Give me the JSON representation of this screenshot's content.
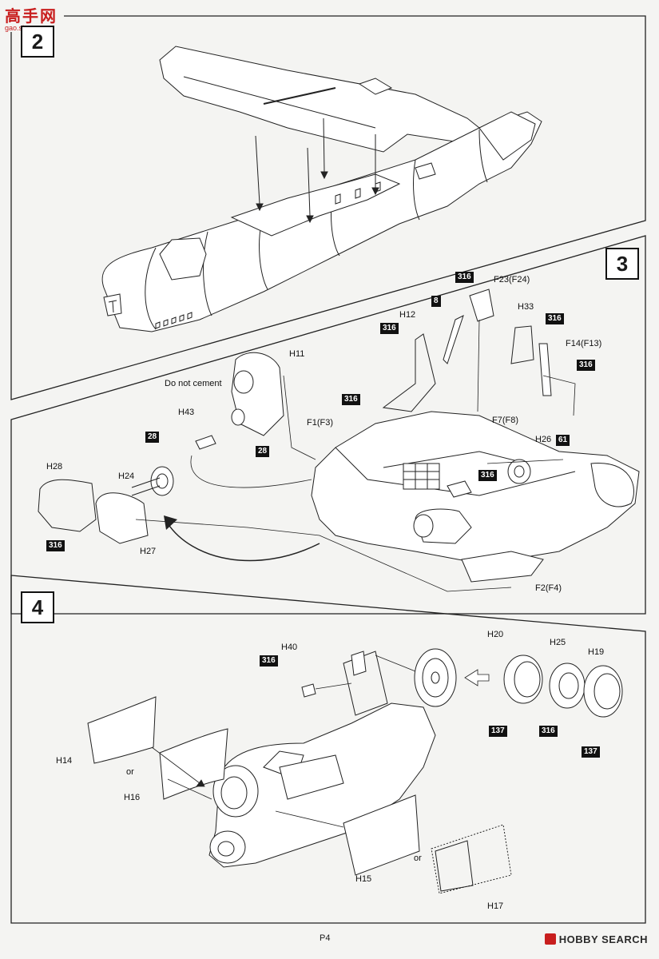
{
  "watermark": {
    "main": "高手网",
    "sub": "gao.shou.com"
  },
  "steps": [
    {
      "id": "2",
      "number": "2"
    },
    {
      "id": "3",
      "number": "3"
    },
    {
      "id": "4",
      "number": "4"
    }
  ],
  "labels": {
    "f23_f24": "F23(F24)",
    "h12": "H12",
    "h33": "H33",
    "f14_f13": "F14(F13)",
    "h11": "H11",
    "do_not_cement": "Do not cement",
    "h43": "H43",
    "f1_f3": "F1(F3)",
    "f7_f8": "F7(F8)",
    "h26": "H26",
    "h28": "H28",
    "h24": "H24",
    "h27": "H27",
    "f2_f4": "F2(F4)",
    "h40": "H40",
    "h20": "H20",
    "h25": "H25",
    "h19": "H19",
    "h14": "H14",
    "or_1": "or",
    "h16": "H16",
    "h15": "H15",
    "or_2": "or",
    "h17": "H17"
  },
  "codes": {
    "c316_a": "316",
    "c8": "8",
    "c316_b": "316",
    "c316_c": "316",
    "c316_d": "316",
    "c28_a": "28",
    "c316_e": "316",
    "c28_b": "28",
    "c61": "61",
    "c316_f": "316",
    "c316_g": "316",
    "c316_h": "316",
    "c137_a": "137",
    "c316_i": "316",
    "c137_b": "137"
  },
  "footer": {
    "page": "P4",
    "brand": "HOBBY SEARCH"
  }
}
